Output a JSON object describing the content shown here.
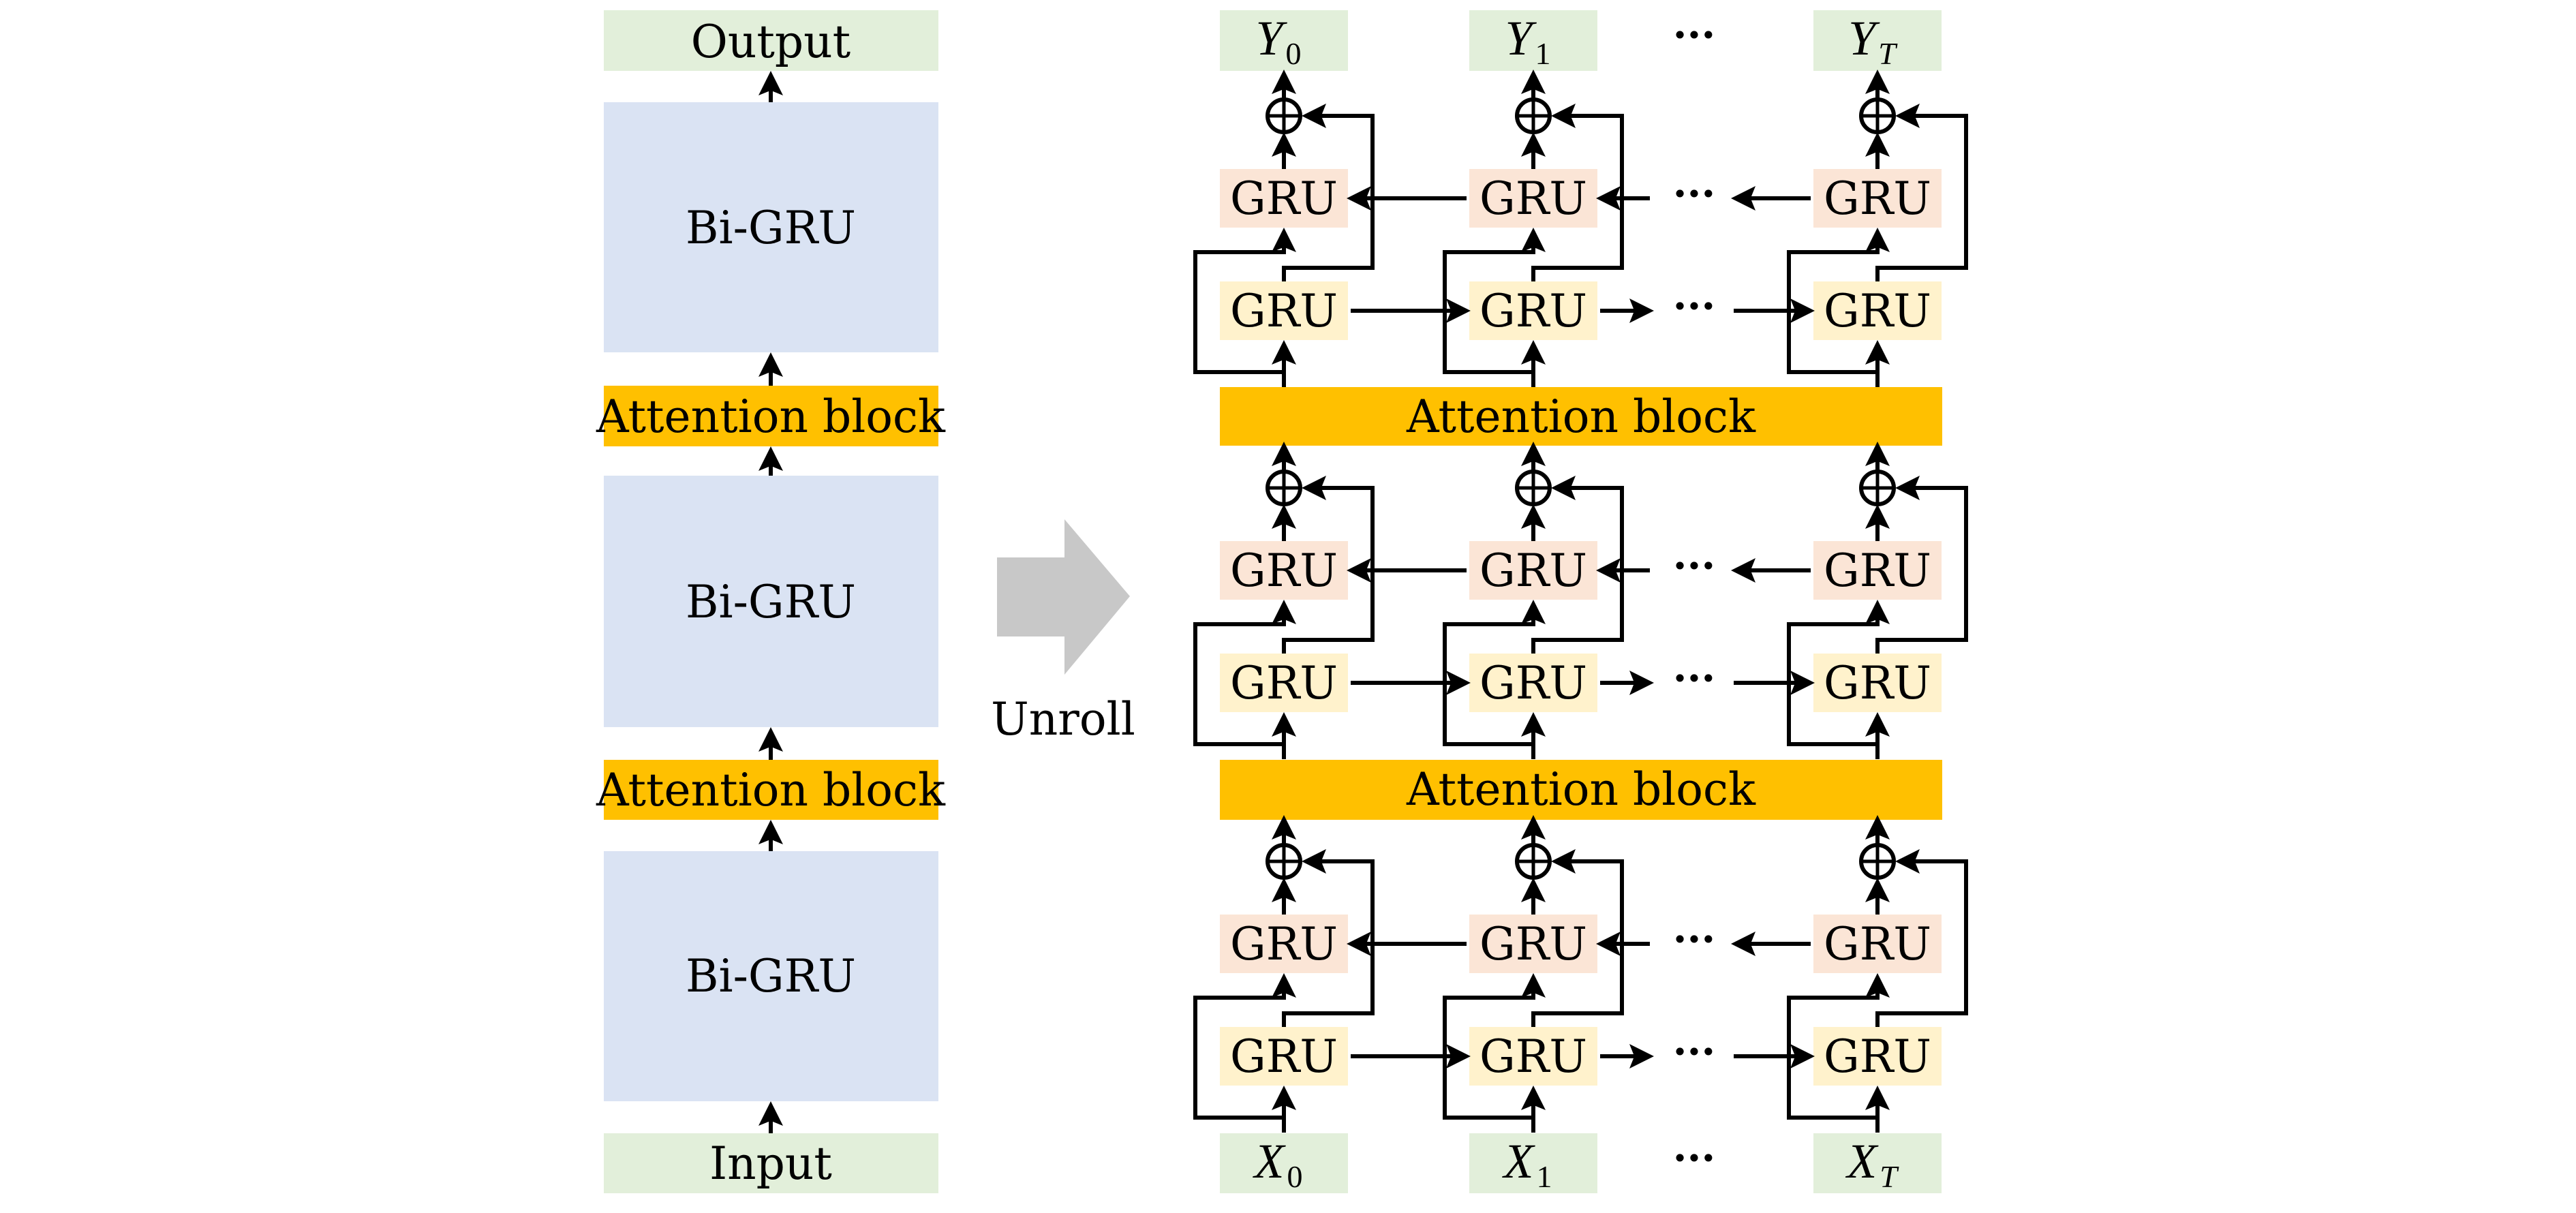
{
  "figure": {
    "description": "Stacked Bi-GRU with attention blocks, folded and unrolled views",
    "colors": {
      "io_box": "#E2EFDA",
      "bigru_box": "#DAE3F3",
      "attention_box": "#FFC000",
      "backward_gru": "#FBE5D6",
      "forward_gru": "#FFF2CC",
      "unroll_arrow": "#C8C8C8",
      "line": "#000000"
    }
  },
  "folded": {
    "output_label": "Output",
    "input_label": "Input",
    "stack": [
      {
        "type": "bigru",
        "label": "Bi-GRU"
      },
      {
        "type": "attention",
        "label": "Attention block"
      },
      {
        "type": "bigru",
        "label": "Bi-GRU"
      },
      {
        "type": "attention",
        "label": "Attention block"
      },
      {
        "type": "bigru",
        "label": "Bi-GRU"
      }
    ]
  },
  "unroll": {
    "label": "Unroll"
  },
  "unrolled": {
    "gru_label": "GRU",
    "attention_label": "Attention block",
    "ellipsis": "···",
    "sum_symbol": "⊕",
    "num_layers": 3,
    "outputs": [
      {
        "base": "Y",
        "sub": "0",
        "sub_italic": false
      },
      {
        "base": "Y",
        "sub": "1",
        "sub_italic": false
      },
      {
        "base": "Y",
        "sub": "T",
        "sub_italic": true
      }
    ],
    "inputs": [
      {
        "base": "X",
        "sub": "0",
        "sub_italic": false
      },
      {
        "base": "X",
        "sub": "1",
        "sub_italic": false
      },
      {
        "base": "X",
        "sub": "T",
        "sub_italic": true
      }
    ]
  }
}
